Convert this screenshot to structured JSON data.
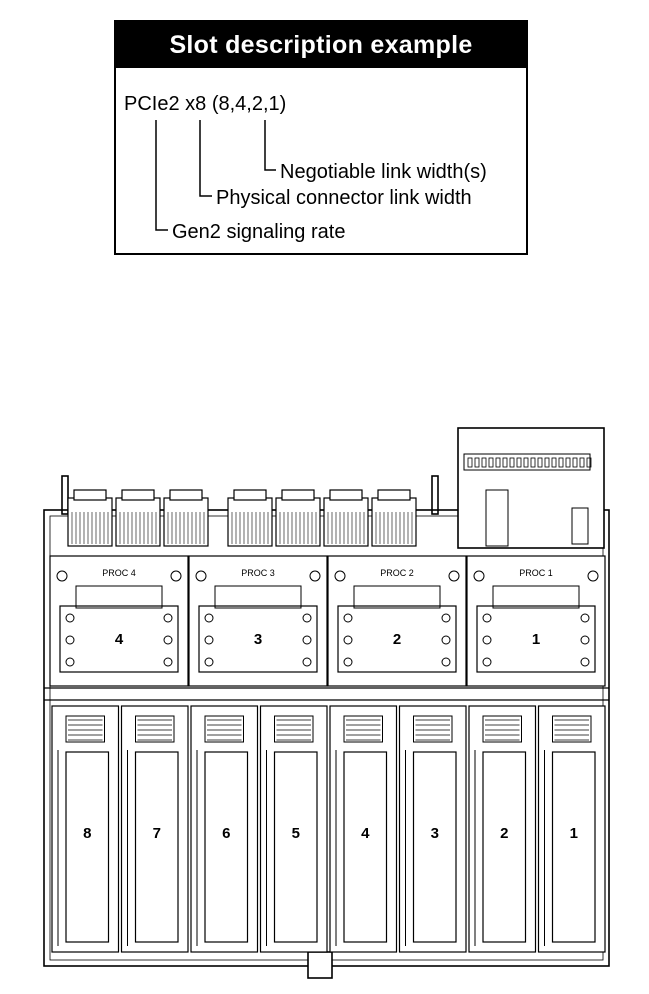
{
  "legend": {
    "title": "Slot description example",
    "example": "PCIe2 x8 (8,4,2,1)",
    "callouts": [
      "Negotiable link width(s)",
      "Physical connector link width",
      "Gen2 signaling rate"
    ]
  },
  "board": {
    "processors": [
      {
        "label": "PROC 4",
        "number": "4"
      },
      {
        "label": "PROC 3",
        "number": "3"
      },
      {
        "label": "PROC 2",
        "number": "2"
      },
      {
        "label": "PROC 1",
        "number": "1"
      }
    ],
    "memory_slots": [
      "8",
      "7",
      "6",
      "5",
      "4",
      "3",
      "2",
      "1"
    ]
  }
}
